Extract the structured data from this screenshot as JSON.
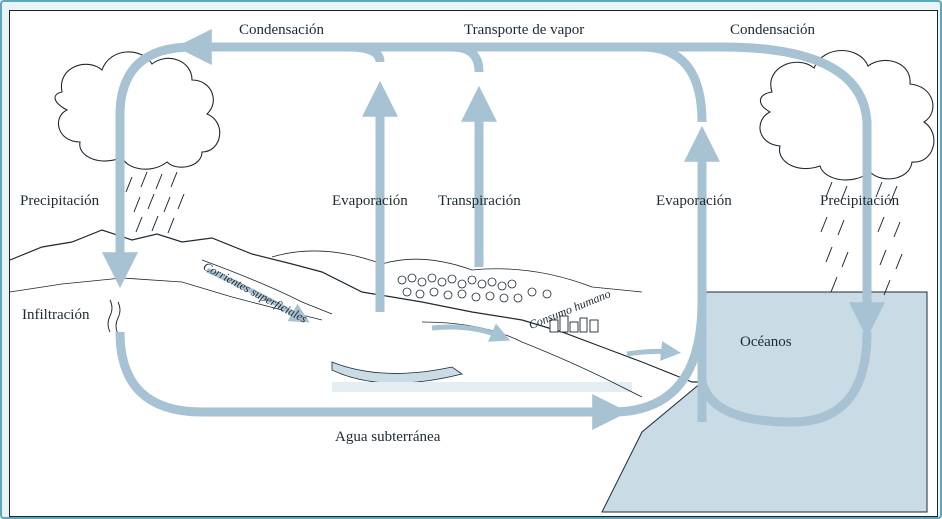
{
  "labels": {
    "condensation_left": "Condensación",
    "vapor_transport": "Transporte de vapor",
    "condensation_right": "Condensación",
    "precipitation_left": "Precipitación",
    "evaporation_land": "Evaporación",
    "transpiration": "Transpiración",
    "evaporation_ocean": "Evaporación",
    "precipitation_right": "Precipitación",
    "infiltration": "Infiltración",
    "surface_runoff": "Corrientes superficiales",
    "human_consumption": "Consumo humano",
    "oceans": "Océanos",
    "groundwater": "Agua subterránea"
  },
  "colors": {
    "frame": "#5aa7c2",
    "arrow": "#a7c2d2",
    "water": "#c9dbe5",
    "ink": "#1e2a33"
  }
}
